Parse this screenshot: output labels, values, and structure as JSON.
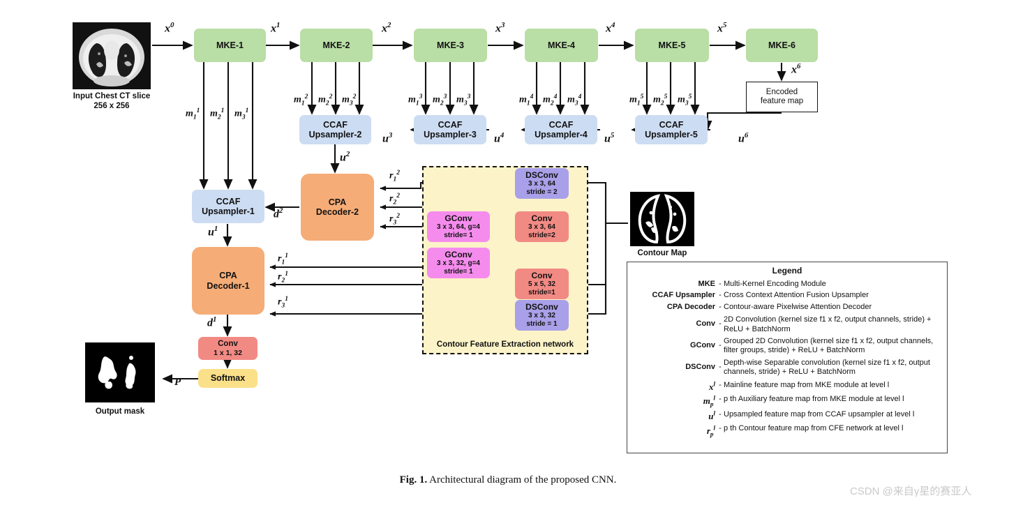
{
  "figure": {
    "caption_prefix": "Fig. 1.",
    "caption_text": "Architectural diagram of the proposed CNN.",
    "watermark": "CSDN @来自γ星的赛亚人"
  },
  "colors": {
    "mke": "#b9dea6",
    "ccaf": "#ccdcf2",
    "cpa": "#f5ac76",
    "conv": "#f28a84",
    "dsconv": "#a8a0e8",
    "gconv": "#f58ced",
    "softmax": "#fbe08a",
    "cfe_background": "#fcf3c8",
    "arrow": "#111111"
  },
  "input": {
    "caption_line1": "Input Chest CT slice",
    "caption_line2": "256 x 256",
    "edge_label": "x0"
  },
  "output": {
    "caption": "Output mask",
    "edge_label": "P"
  },
  "contour": {
    "caption": "Contour Map"
  },
  "encoder": {
    "modules": [
      {
        "label": "MKE-1",
        "out_edge": "x1"
      },
      {
        "label": "MKE-2",
        "out_edge": "x2"
      },
      {
        "label": "MKE-3",
        "out_edge": "x3"
      },
      {
        "label": "MKE-4",
        "out_edge": "x4"
      },
      {
        "label": "MKE-5",
        "out_edge": "x5"
      },
      {
        "label": "MKE-6",
        "out_edge": "x6"
      }
    ]
  },
  "encoded_feature_map": {
    "line1": "Encoded",
    "line2": "feature map",
    "out_edge": "u6"
  },
  "upsamplers": [
    {
      "line1": "CCAF",
      "line2": "Upsampler-1",
      "out_edge": "u1"
    },
    {
      "line1": "CCAF",
      "line2": "Upsampler-2",
      "out_edge": "u2"
    },
    {
      "line1": "CCAF",
      "line2": "Upsampler-3",
      "out_edge": "u3"
    },
    {
      "line1": "CCAF",
      "line2": "Upsampler-4",
      "out_edge": "u4"
    },
    {
      "line1": "CCAF",
      "line2": "Upsampler-5",
      "out_edge": "u5"
    }
  ],
  "decoders": [
    {
      "line1": "CPA",
      "line2": "Decoder-1",
      "out_edge": "d1"
    },
    {
      "line1": "CPA",
      "line2": "Decoder-2",
      "out_edge": "d2"
    }
  ],
  "head": {
    "conv_line1": "Conv",
    "conv_line2": "1 x 1, 32",
    "softmax": "Softmax"
  },
  "cfe": {
    "title": "Contour Feature Extraction network",
    "blocks": [
      {
        "name": "DSConv",
        "spec": "3 x 3, 64",
        "stride": "stride = 2",
        "kind": "dsconv"
      },
      {
        "name": "Conv",
        "spec": "3 x 3, 64",
        "stride": "stride=2",
        "kind": "conv"
      },
      {
        "name": "GConv",
        "spec": "3 x 3, 64, g=4",
        "stride": "stride= 1",
        "kind": "gconv"
      },
      {
        "name": "GConv",
        "spec": "3 x 3, 32, g=4",
        "stride": "stride= 1",
        "kind": "gconv"
      },
      {
        "name": "Conv",
        "spec": "5 x 5, 32",
        "stride": "stride=1",
        "kind": "conv"
      },
      {
        "name": "DSConv",
        "spec": "3 x 3, 32",
        "stride": "stride = 1",
        "kind": "dsconv"
      }
    ]
  },
  "aux_labels": {
    "mke1": [
      "m11",
      "m21",
      "m31"
    ],
    "mke2": [
      "m12",
      "m22",
      "m32"
    ],
    "mke3": [
      "m13",
      "m23",
      "m33"
    ],
    "mke4": [
      "m14",
      "m24",
      "m34"
    ],
    "mke5": [
      "m15",
      "m25",
      "m35"
    ]
  },
  "contour_labels": {
    "level2": [
      "r12",
      "r22",
      "r32"
    ],
    "level1": [
      "r11",
      "r21",
      "r31"
    ]
  },
  "legend": {
    "title": "Legend",
    "entries": [
      {
        "term": "MKE",
        "desc": "Multi-Kernel Encoding Module"
      },
      {
        "term": "CCAF Upsampler",
        "desc": "Cross Context Attention Fusion Upsampler"
      },
      {
        "term": "CPA Decoder",
        "desc": "Contour-aware Pixelwise Attention Decoder"
      },
      {
        "term": "Conv",
        "desc": "2D Convolution (kernel size f1 x f2, output channels, stride) + ReLU + BatchNorm"
      },
      {
        "term": "GConv",
        "desc": "Grouped 2D Convolution (kernel size f1 x f2, output channels, filter groups, stride) + ReLU + BatchNorm"
      },
      {
        "term": "DSConv",
        "desc": "Depth-wise Separable convolution (kernel size f1 x f2, output channels, stride) + ReLU + BatchNorm"
      },
      {
        "term": "x^l",
        "desc": "Mainline feature map from MKE module at level l"
      },
      {
        "term": "m_p^l",
        "desc": "p th Auxiliary feature map from MKE module at level l"
      },
      {
        "term": "u^l",
        "desc": "Upsampled feature map from CCAF upsampler at level l"
      },
      {
        "term": "r_p^l",
        "desc": "p th Contour feature map from CFE network at level l"
      }
    ]
  }
}
